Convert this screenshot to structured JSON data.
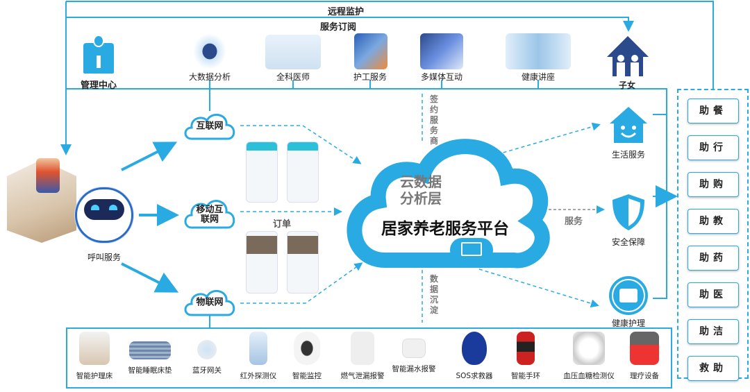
{
  "top": {
    "remote_monitoring": "远程监护",
    "service_subscription": "服务订阅"
  },
  "management_center": "管理中心",
  "providers": [
    {
      "label": "大数据分析",
      "icon": "big-data-icon"
    },
    {
      "label": "全科医师",
      "icon": "doctor-icon"
    },
    {
      "label": "护工服务",
      "icon": "caregiver-icon"
    },
    {
      "label": "多媒体互动",
      "icon": "multimedia-icon"
    },
    {
      "label": "健康讲座",
      "icon": "health-lecture-icon"
    }
  ],
  "children": "子女",
  "networks": {
    "internet": "互联网",
    "mobile_internet": "移动互联网",
    "iot": "物联网"
  },
  "call_service": "呼叫服务",
  "order": "订单",
  "platform": {
    "layer": "云数据分析层",
    "name": "居家养老服务平台"
  },
  "vertical_labels": {
    "signed_providers": "签约服务商",
    "data_deposit": "数据沉淀"
  },
  "service_label": "服务",
  "services": [
    "生活服务",
    "安全保障",
    "健康护理"
  ],
  "helpers": [
    "助餐",
    "助行",
    "助购",
    "助教",
    "助药",
    "助医",
    "助洁",
    "救助"
  ],
  "devices": [
    "智能护理床",
    "智能睡眠床垫",
    "蓝牙网关",
    "红外探测仪",
    "智能监控",
    "燃气泄漏报警",
    "智能漏水报警",
    "SOS求救器",
    "智能手环",
    "血压血糖检测仪",
    "理疗设备"
  ],
  "colors": {
    "accent": "#29aae2",
    "navy": "#2b4a8b"
  }
}
